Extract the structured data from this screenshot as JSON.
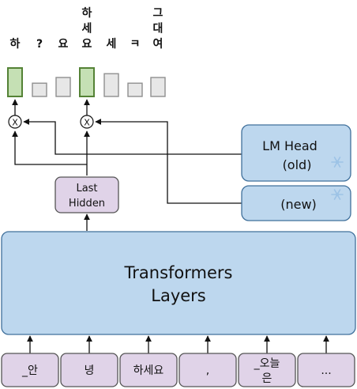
{
  "output_labels": [
    "하",
    "?",
    "요",
    "하세요",
    "세",
    "ㅋ",
    "그대여"
  ],
  "output_selected": [
    true,
    false,
    false,
    true,
    false,
    false,
    false
  ],
  "output_levels": [
    0.6,
    0.28,
    0.4,
    0.6,
    0.48,
    0.28,
    0.4
  ],
  "multiply_symbol": "X",
  "lm_head_old": {
    "line1": "LM Head",
    "line2": "(old)"
  },
  "lm_head_new": {
    "label": "(new)"
  },
  "last_hidden": {
    "line1": "Last",
    "line2": "Hidden"
  },
  "transformers": {
    "line1": "Transformers",
    "line2": "Layers"
  },
  "input_tokens": [
    [
      "_안"
    ],
    [
      "녕"
    ],
    [
      "하세요"
    ],
    [
      ","
    ],
    [
      "_오늘",
      "은"
    ],
    [
      "..."
    ]
  ],
  "colors": {
    "box_blue_fill": "#bdd7ee",
    "box_blue_stroke": "#41719c",
    "box_purple_fill": "#e0d3e8",
    "box_purple_stroke": "#555555",
    "bar_selected_fill": "#c5e0b4",
    "bar_selected_stroke": "#548235",
    "bar_fill": "#e7e7e7",
    "bar_stroke": "#8f8f8f",
    "snowflake": "#9dc3e6"
  },
  "icons": {
    "frozen": "snowflake-icon"
  }
}
